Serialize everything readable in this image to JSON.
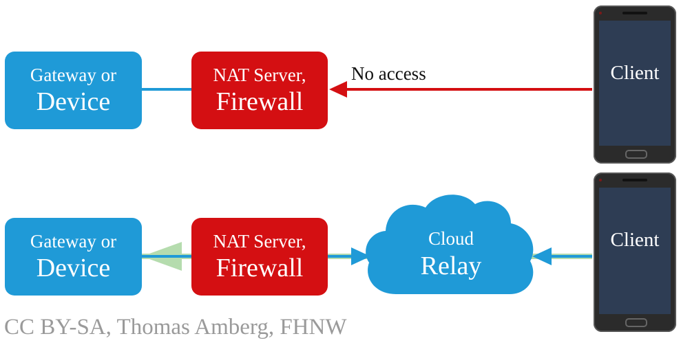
{
  "top_row": {
    "gateway": {
      "line1": "Gateway or",
      "line2": "Device"
    },
    "nat": {
      "line1": "NAT Server,",
      "line2": "Firewall"
    },
    "arrow_label": "No access",
    "client": "Client"
  },
  "bottom_row": {
    "gateway": {
      "line1": "Gateway or",
      "line2": "Device"
    },
    "nat": {
      "line1": "NAT Server,",
      "line2": "Firewall"
    },
    "cloud": {
      "line1": "Cloud",
      "line2": "Relay"
    },
    "client": "Client"
  },
  "credit": "CC BY-SA, Thomas Amberg, FHNW",
  "colors": {
    "blue": "#1f9ad7",
    "red": "#d40f12",
    "green": "#b5dcae",
    "phone_body": "#2b2b2b",
    "phone_screen": "#2e3d54"
  },
  "icons": [
    "smartphone-icon",
    "cloud-icon"
  ]
}
